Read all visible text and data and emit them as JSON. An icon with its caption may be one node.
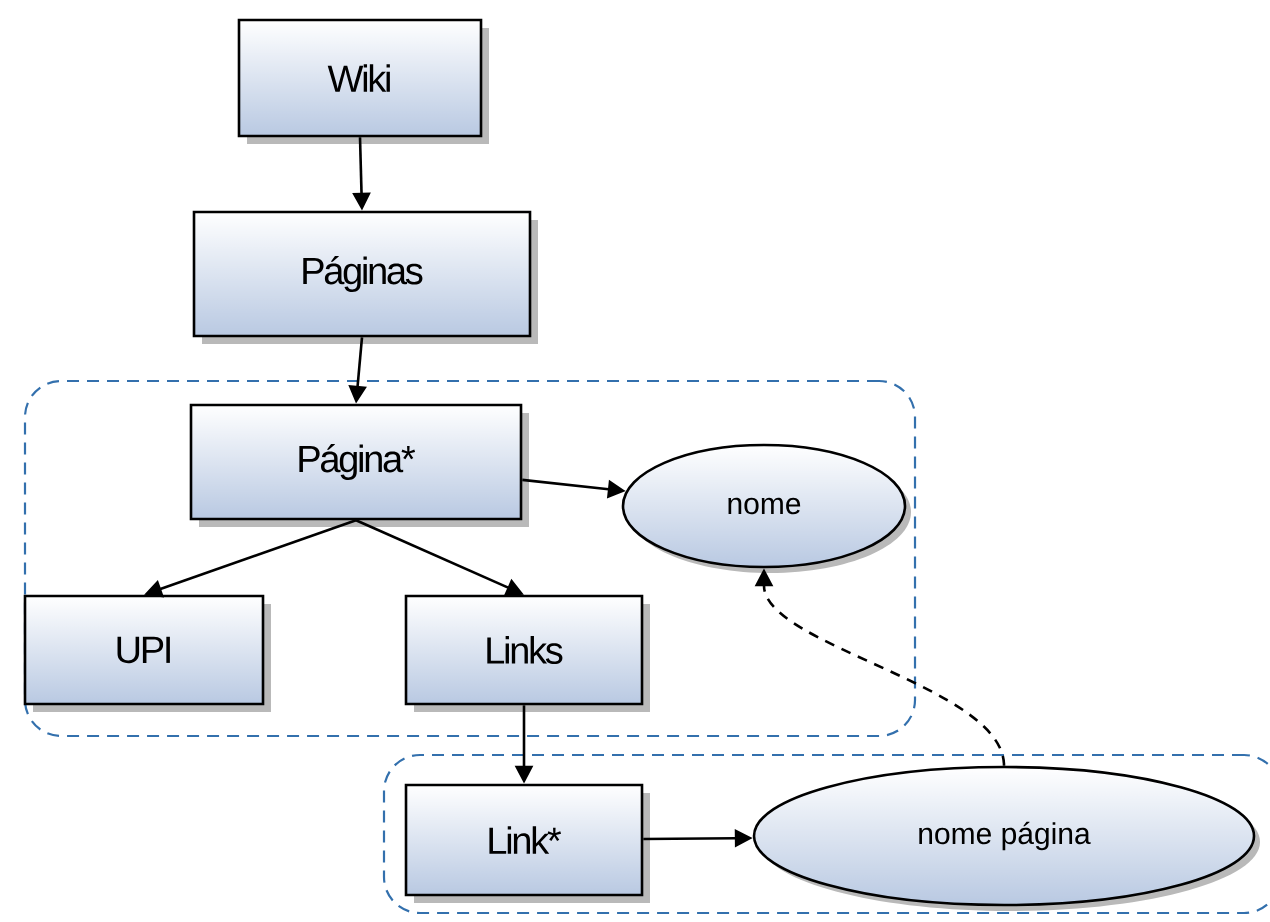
{
  "diagram": {
    "nodes": [
      {
        "text": [
          "Wiki"
        ]
      },
      {
        "text": [
          "Páginas"
        ]
      },
      {
        "text": [],
        "shape": "box"
      },
      {
        "text": [
          "Página*"
        ],
        "in": 2
      },
      {
        "text": [
          "nome"
        ],
        "in": 2
      },
      {
        "text": [
          "UPI"
        ],
        "in": 2
      },
      {
        "text": [
          "Links"
        ],
        "in": 2
      },
      {
        "text": [],
        "shape": "box"
      },
      {
        "text": [
          "Link*"
        ],
        "in": 7
      },
      {
        "text": [
          "nome página"
        ],
        "in": 7
      }
    ],
    "edges": [
      {
        "from": 0,
        "to": 1,
        "arrow": "to"
      },
      {
        "from": 1,
        "to": 3,
        "arrow": "to"
      },
      {
        "from": 3,
        "to": 4,
        "arrow": "to"
      },
      {
        "from": 3,
        "to": 5,
        "arrow": "to"
      },
      {
        "from": 3,
        "to": 6,
        "arrow": "to"
      },
      {
        "from": 6,
        "to": 8,
        "arrow": "to"
      },
      {
        "from": 8,
        "to": 9,
        "arrow": "to"
      },
      {
        "from": 9,
        "to": 4,
        "arrow": "to",
        "style": "dashed"
      }
    ]
  }
}
